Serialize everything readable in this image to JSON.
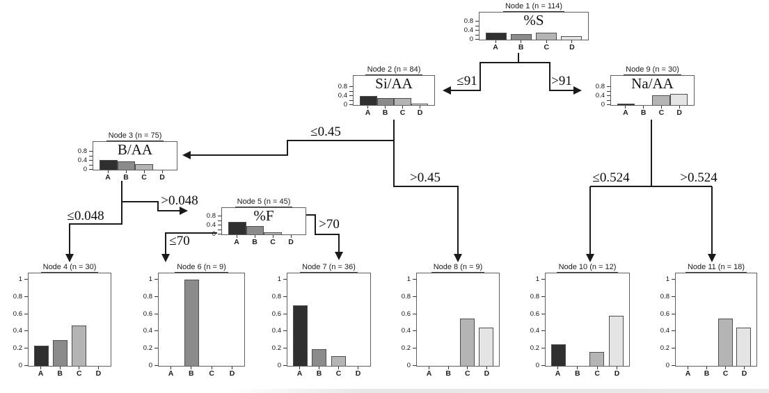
{
  "chart_data": {
    "type": "bar",
    "figure_kind": "classification-tree-with-node-barcharts",
    "categories": [
      "A",
      "B",
      "C",
      "D"
    ],
    "class_colors": {
      "A": "#2f2f2f",
      "B": "#8b8b8b",
      "C": "#b4b4b4",
      "D": "#e4e4e4"
    },
    "inner_node_y_tick_labels": [
      "0",
      "0.4",
      "0.8"
    ],
    "terminal_node_y_tick_labels": [
      "0",
      "0.2",
      "0.4",
      "0.6",
      "0.8",
      "1"
    ],
    "inner_node_ylim": [
      0,
      0.9
    ],
    "terminal_node_ylim": [
      0,
      1
    ],
    "nodes": [
      {
        "id": 1,
        "title": "Node 1 (n = 114)",
        "n": 114,
        "type": "inner",
        "variable": "%S",
        "values": [
          0.3,
          0.24,
          0.3,
          0.16
        ]
      },
      {
        "id": 2,
        "title": "Node 2 (n = 84)",
        "n": 84,
        "type": "inner",
        "variable": "Si/AA",
        "values": [
          0.4,
          0.31,
          0.31,
          0.05
        ]
      },
      {
        "id": 3,
        "title": "Node 3 (n = 75)",
        "n": 75,
        "type": "inner",
        "variable": "B/AA",
        "values": [
          0.45,
          0.36,
          0.25,
          0.0
        ]
      },
      {
        "id": 4,
        "title": "Node 4 (n = 30)",
        "n": 30,
        "type": "terminal",
        "values": [
          0.23,
          0.3,
          0.47,
          0.0
        ]
      },
      {
        "id": 5,
        "title": "Node 5 (n = 45)",
        "n": 45,
        "type": "inner",
        "variable": "%F",
        "values": [
          0.55,
          0.37,
          0.08,
          0.0
        ]
      },
      {
        "id": 6,
        "title": "Node 6 (n = 9)",
        "n": 9,
        "type": "terminal",
        "values": [
          0.0,
          1.0,
          0.0,
          0.0
        ]
      },
      {
        "id": 7,
        "title": "Node 7 (n = 36)",
        "n": 36,
        "type": "terminal",
        "values": [
          0.7,
          0.19,
          0.11,
          0.0
        ]
      },
      {
        "id": 8,
        "title": "Node 8 (n = 9)",
        "n": 9,
        "type": "terminal",
        "values": [
          0.0,
          0.0,
          0.55,
          0.44
        ]
      },
      {
        "id": 9,
        "title": "Node 9 (n = 30)",
        "n": 30,
        "type": "inner",
        "variable": "Na/AA",
        "values": [
          0.07,
          0.0,
          0.43,
          0.5
        ]
      },
      {
        "id": 10,
        "title": "Node 10 (n = 12)",
        "n": 12,
        "type": "terminal",
        "values": [
          0.25,
          0.0,
          0.16,
          0.58
        ]
      },
      {
        "id": 11,
        "title": "Node 11 (n = 18)",
        "n": 18,
        "type": "terminal",
        "values": [
          0.0,
          0.0,
          0.55,
          0.44
        ]
      }
    ],
    "edges": [
      {
        "from": 1,
        "to": 2,
        "label": "≤91"
      },
      {
        "from": 1,
        "to": 9,
        "label": ">91"
      },
      {
        "from": 2,
        "to": 3,
        "label": "≤0.45"
      },
      {
        "from": 2,
        "to": 8,
        "label": ">0.45"
      },
      {
        "from": 3,
        "to": 4,
        "label": "≤0.048"
      },
      {
        "from": 3,
        "to": 5,
        "label": ">0.048"
      },
      {
        "from": 5,
        "to": 6,
        "label": "≤70"
      },
      {
        "from": 5,
        "to": 7,
        "label": ">70"
      },
      {
        "from": 9,
        "to": 10,
        "label": "≤0.524"
      },
      {
        "from": 9,
        "to": 11,
        "label": ">0.524"
      }
    ]
  }
}
